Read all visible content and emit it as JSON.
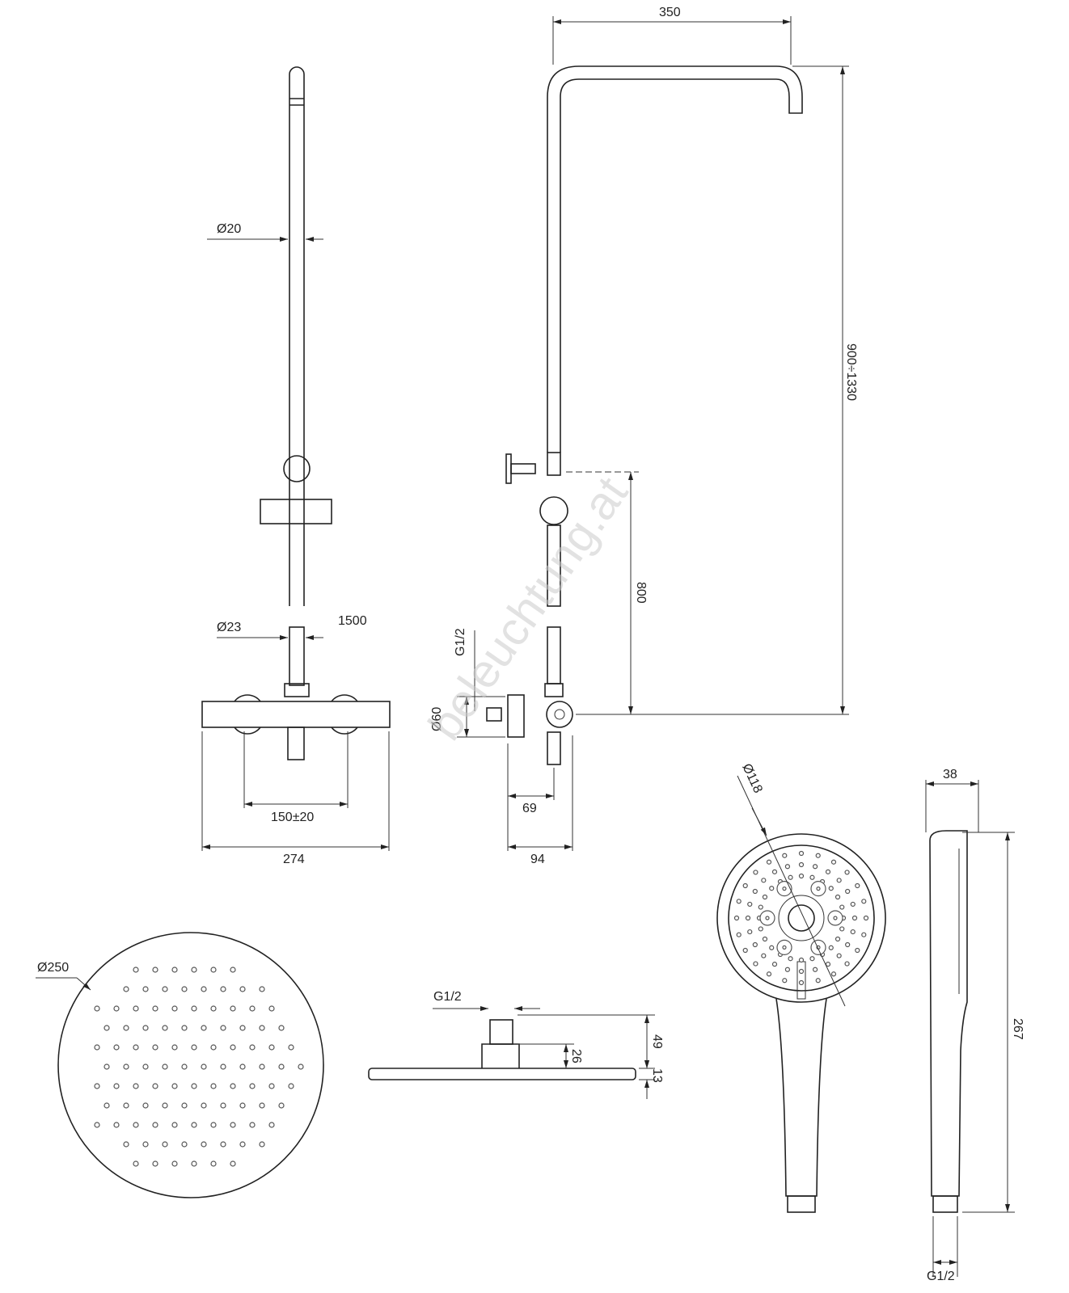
{
  "watermark": "beleuchtung.at",
  "dimensions": {
    "arm_length": "350",
    "height_range": "900÷1330",
    "rail_diameter": "Ø20",
    "slider_height": "800",
    "pipe_diameter": "Ø23",
    "total_height": "1500",
    "inlet_thread_side": "G1/2",
    "escutcheon_diameter": "Ø60",
    "inlet_spacing": "150±20",
    "mixer_width": "274",
    "depth_69": "69",
    "depth_94": "94",
    "hand_shower_diameter": "Ø118",
    "hand_shower_depth": "38",
    "hand_shower_length": "267",
    "hand_shower_thread": "G1/2",
    "head_diameter": "Ø250",
    "head_thread": "G1/2",
    "head_height": "49",
    "head_connector": "26",
    "head_thickness": "13"
  }
}
